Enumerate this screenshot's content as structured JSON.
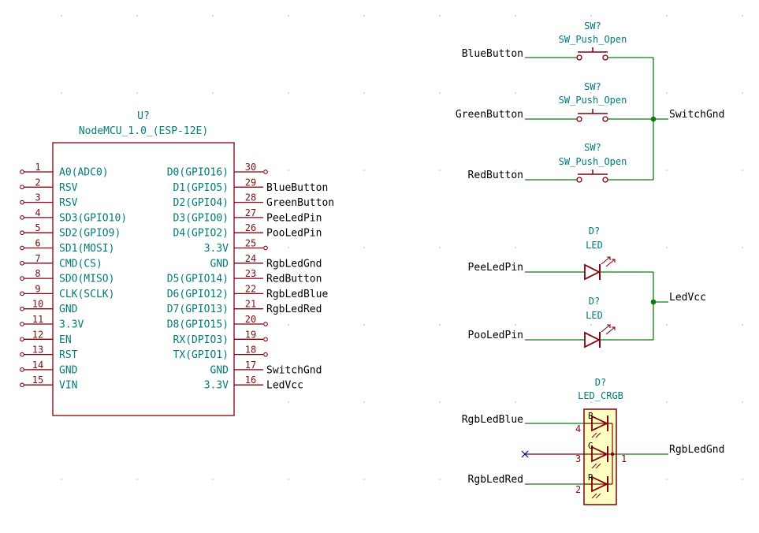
{
  "colors": {
    "body_outline": "#84000e",
    "body_fill": "#ffffff",
    "pin": "#84000e",
    "wire": "#0e7a0e",
    "junction": "#0e7a0e",
    "field_text": "#007b7b",
    "net_text": "#000000",
    "led_fill": "#84000e",
    "rgb_fill": "#ffffc2"
  },
  "nodemcu": {
    "reference": "U?",
    "value": "NodeMCU_1.0_(ESP-12E)",
    "left_pins": [
      {
        "num": "1",
        "name": "A0(ADC0)"
      },
      {
        "num": "2",
        "name": "RSV"
      },
      {
        "num": "3",
        "name": "RSV"
      },
      {
        "num": "4",
        "name": "SD3(GPIO10)"
      },
      {
        "num": "5",
        "name": "SD2(GPIO9)"
      },
      {
        "num": "6",
        "name": "SD1(MOSI)"
      },
      {
        "num": "7",
        "name": "CMD(CS)"
      },
      {
        "num": "8",
        "name": "SDO(MISO)"
      },
      {
        "num": "9",
        "name": "CLK(SCLK)"
      },
      {
        "num": "10",
        "name": "GND"
      },
      {
        "num": "11",
        "name": "3.3V"
      },
      {
        "num": "12",
        "name": "EN"
      },
      {
        "num": "13",
        "name": "RST"
      },
      {
        "num": "14",
        "name": "GND"
      },
      {
        "num": "15",
        "name": "VIN"
      }
    ],
    "right_pins": [
      {
        "num": "30",
        "name": "D0(GPIO16)",
        "net": ""
      },
      {
        "num": "29",
        "name": "D1(GPIO5)",
        "net": "BlueButton"
      },
      {
        "num": "28",
        "name": "D2(GPIO4)",
        "net": "GreenButton"
      },
      {
        "num": "27",
        "name": "D3(GPIO0)",
        "net": "PeeLedPin"
      },
      {
        "num": "26",
        "name": "D4(GPIO2)",
        "net": "PooLedPin"
      },
      {
        "num": "25",
        "name": "3.3V",
        "net": ""
      },
      {
        "num": "24",
        "name": "GND",
        "net": "RgbLedGnd"
      },
      {
        "num": "23",
        "name": "D5(GPIO14)",
        "net": "RedButton"
      },
      {
        "num": "22",
        "name": "D6(GPIO12)",
        "net": "RgbLedBlue"
      },
      {
        "num": "21",
        "name": "D7(GPIO13)",
        "net": "RgbLedRed"
      },
      {
        "num": "20",
        "name": "D8(GPIO15)",
        "net": ""
      },
      {
        "num": "19",
        "name": "RX(DPIO3)",
        "net": ""
      },
      {
        "num": "18",
        "name": "TX(GPIO1)",
        "net": ""
      },
      {
        "num": "17",
        "name": "GND",
        "net": "SwitchGnd"
      },
      {
        "num": "16",
        "name": "3.3V",
        "net": "LedVcc"
      }
    ]
  },
  "switches": [
    {
      "reference": "SW?",
      "value": "SW_Push_Open",
      "net": "BlueButton"
    },
    {
      "reference": "SW?",
      "value": "SW_Push_Open",
      "net": "GreenButton"
    },
    {
      "reference": "SW?",
      "value": "SW_Push_Open",
      "net": "RedButton"
    }
  ],
  "switch_common_net": "SwitchGnd",
  "leds": [
    {
      "reference": "D?",
      "value": "LED",
      "net": "PeeLedPin"
    },
    {
      "reference": "D?",
      "value": "LED",
      "net": "PooLedPin"
    }
  ],
  "led_common_net": "LedVcc",
  "rgb_led": {
    "reference": "D?",
    "value": "LED_CRGB",
    "channels": [
      {
        "letter": "B",
        "pin": "4",
        "net": "RgbLedBlue"
      },
      {
        "letter": "G",
        "pin": "3",
        "net": ""
      },
      {
        "letter": "R",
        "pin": "2",
        "net": "RgbLedRed"
      }
    ],
    "common_pin": "1",
    "common_net": "RgbLedGnd"
  }
}
